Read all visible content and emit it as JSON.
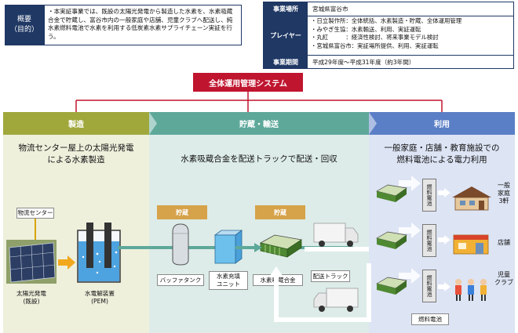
{
  "overview": {
    "label_line1": "概要",
    "label_line2": "（目的）",
    "bullet": "本実証事業では、既設の太陽光発電から製造した水素を、水素吸蔵合金で貯蔵し、富谷市内の一般家庭や店舗、児童クラブへ配送し、純水素燃料電池で水素を利用する低炭素水素サプライチェーン実証を行う。"
  },
  "info": {
    "location_key": "事業場所",
    "location_value": "宮城県富谷市",
    "player_key": "プレイヤー",
    "players": [
      "日立製作所：全体統括、水素製造・貯蔵、全体運用管理",
      "みやぎ生協：水素輸送、利用、実証運転",
      "丸紅　　　：経済性検討、将来事業モデル検討",
      "宮城県富谷市：実証場所提供、利用、実証運転"
    ],
    "period_key": "事業期間",
    "period_value": "平成29年度～平成31年度（約3年間）"
  },
  "system_box": "全体運用管理システム",
  "sections": {
    "production": "製造",
    "storage": "貯蔵・輸送",
    "usage": "利用"
  },
  "production": {
    "caption_line1": "物流センター屋上の太陽光発電",
    "caption_line2": "による水素製造",
    "center_label": "物流センター",
    "solar_line1": "太陽光発電",
    "solar_line2": "(既設)",
    "pem_line1": "水電解装置",
    "pem_line2": "(PEM)"
  },
  "storage": {
    "caption": "水素吸蔵合金を配送トラックで配送・回収",
    "tag1": "貯蔵",
    "tag2": "貯蔵",
    "buffer_tank": "バッファタンク",
    "fill_unit_line1": "水素充填",
    "fill_unit_line2": "ユニット",
    "alloy": "水素吸蔵合金",
    "truck": "配送トラック"
  },
  "usage": {
    "caption_line1": "一般家庭・店舗・教育施設での",
    "caption_line2": "燃料電池による電力利用",
    "fuel_cell_unit": "燃料電池",
    "fuel_cell_caption": "燃料電池",
    "dest1_line1": "一般",
    "dest1_line2": "家庭",
    "dest1_line3": "3軒",
    "dest2": "店舗",
    "dest3_line1": "児童",
    "dest3_line2": "クラブ"
  },
  "colors": {
    "navy": "#1f3864",
    "red": "#c0152f",
    "olive": "#a0a83c",
    "teal": "#5ea89a",
    "blue": "#5b7fc6"
  }
}
